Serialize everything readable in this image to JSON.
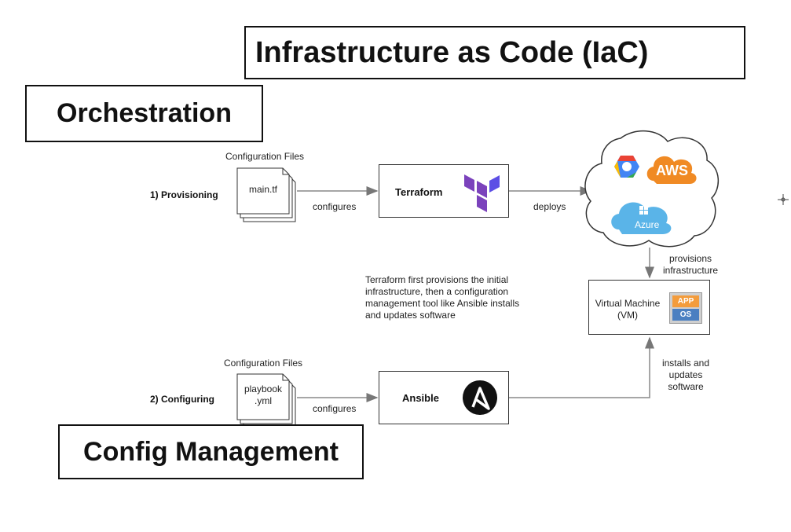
{
  "titles": {
    "main": "Infrastructure as Code (IaC)",
    "orchestration": "Orchestration",
    "config_management": "Config Management"
  },
  "provisioning": {
    "step_label": "1) Provisioning",
    "files_caption": "Configuration Files",
    "file_name": "main.tf",
    "edge_label": "configures",
    "tool": "Terraform",
    "deploy_label": "deploys"
  },
  "configuring": {
    "step_label": "2) Configuring",
    "files_caption": "Configuration Files",
    "file_name_line1": "playbook",
    "file_name_line2": ".yml",
    "edge_label": "configures",
    "tool": "Ansible"
  },
  "cloud": {
    "aws": "AWS",
    "azure": "Azure"
  },
  "vm": {
    "line1": "Virtual Machine",
    "line2": "(VM)",
    "app": "APP",
    "os": "OS"
  },
  "edges": {
    "provisions_line1": "provisions",
    "provisions_line2": "infrastructure",
    "installs_line1": "installs and",
    "installs_line2": "updates",
    "installs_line3": "software"
  },
  "note": {
    "line1": "Terraform first provisions the initial",
    "line2": "infrastructure, then a configuration",
    "line3": "management tool like Ansible installs",
    "line4": "and updates software"
  },
  "colors": {
    "terraform_purple": "#7B42BC",
    "aws_orange": "#F08A24",
    "azure_blue": "#5AB4E8",
    "gcp_blue": "#4285F4",
    "app_orange": "#F39C3C",
    "os_blue": "#4A7FC1"
  }
}
